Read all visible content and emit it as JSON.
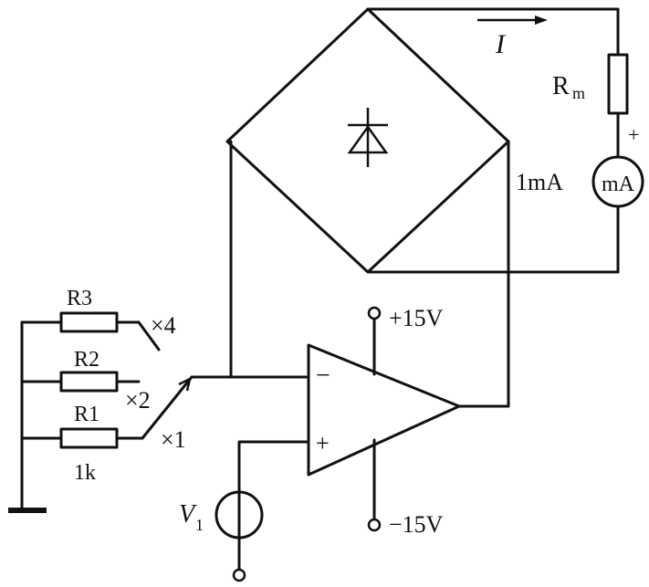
{
  "labels": {
    "current": "I",
    "rm": "R",
    "rm_sub": "m",
    "meter_plus": "+",
    "meter_range": "1mA",
    "meter": "mA",
    "plus15": "+15V",
    "minus15": "−15V",
    "opamp_minus": "−",
    "opamp_plus": "+",
    "v1": "V",
    "v1_sub": "1",
    "r3": "R3",
    "r2": "R2",
    "r1": "R1",
    "r1_value": "1k",
    "x4": "×4",
    "x2": "×2",
    "x1": "×1"
  }
}
